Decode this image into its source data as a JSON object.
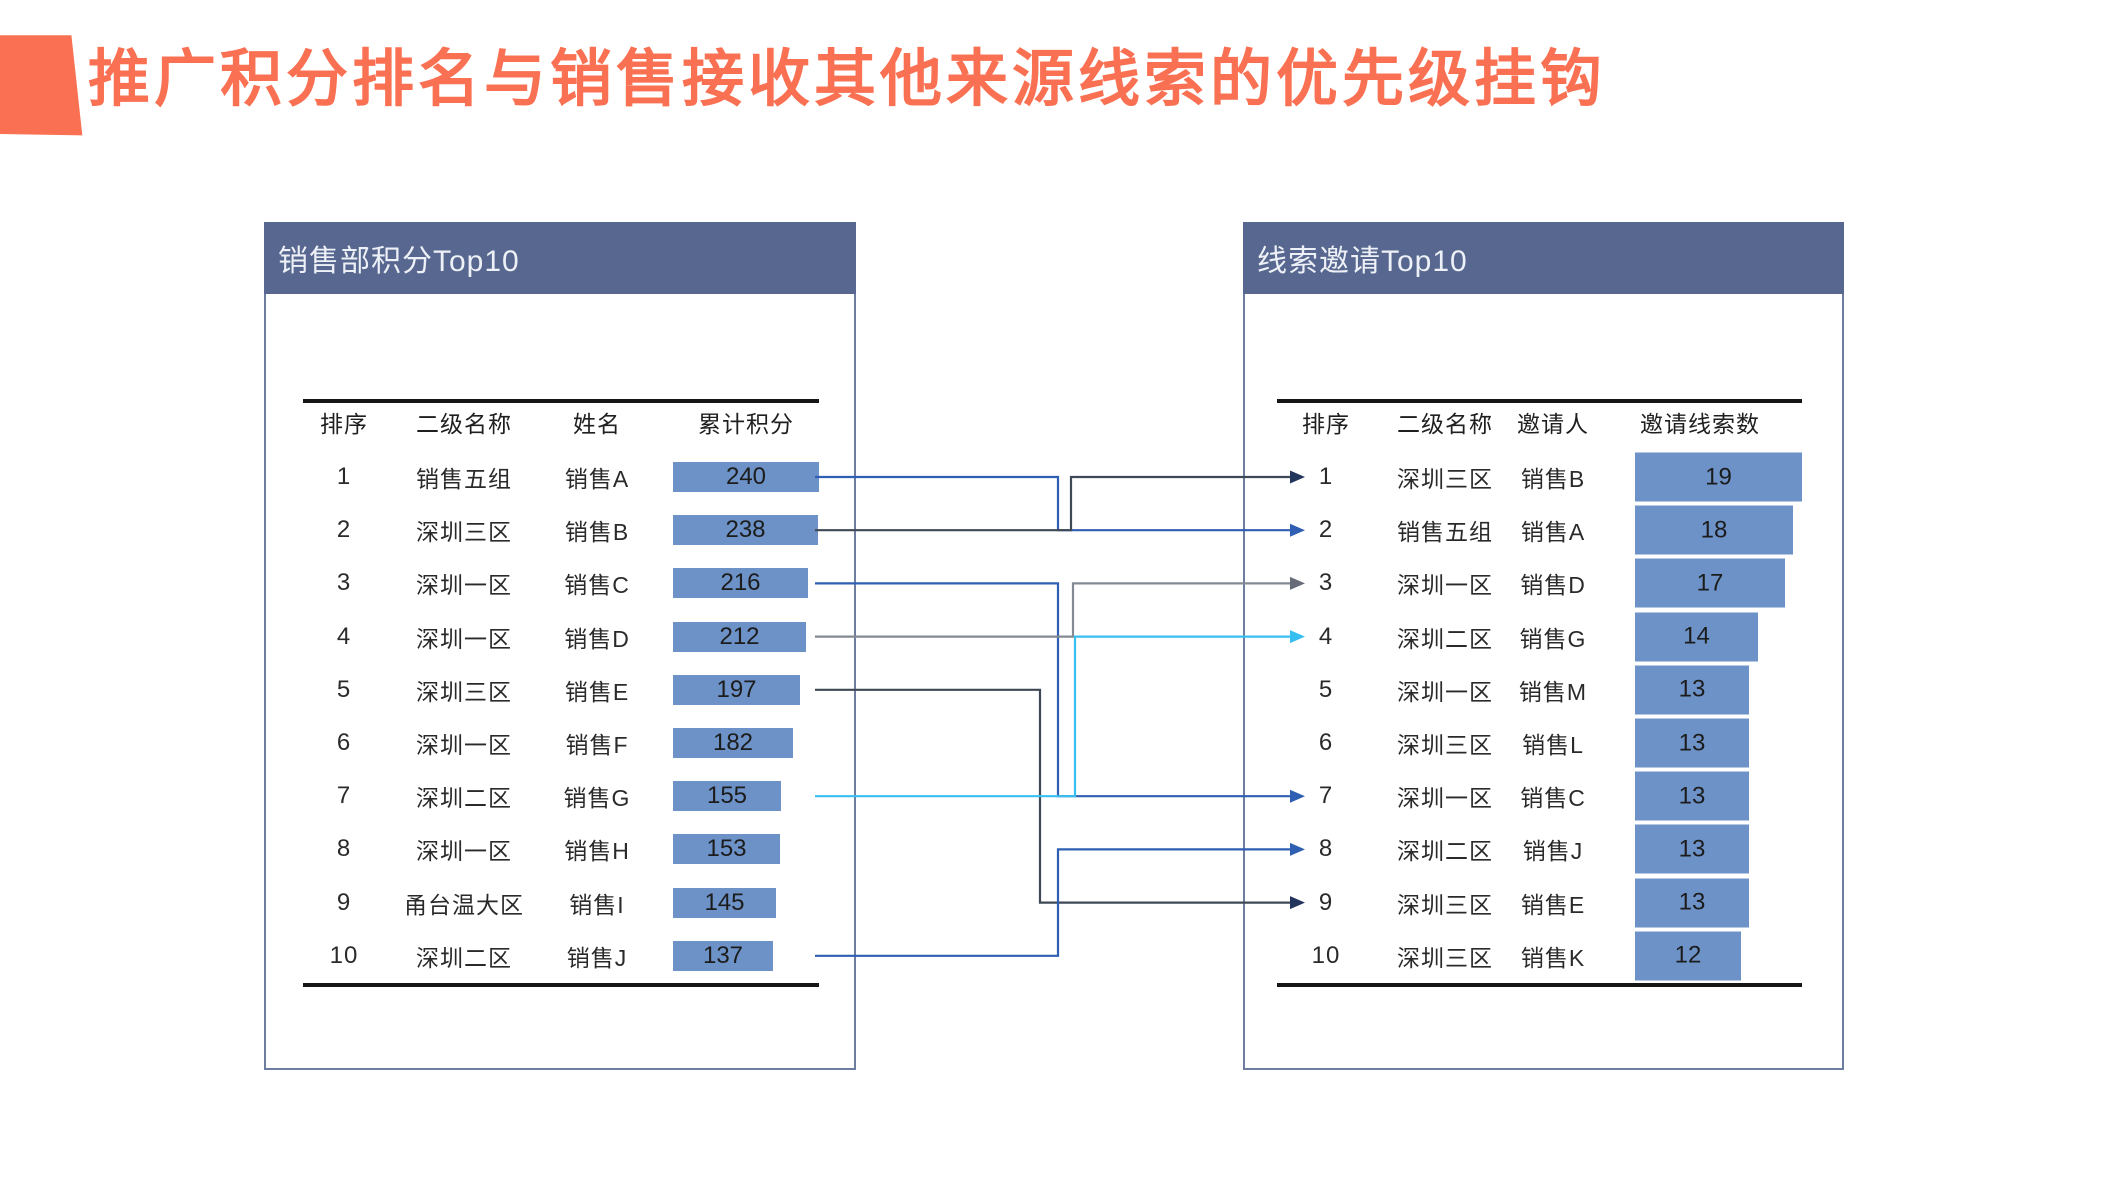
{
  "title": "推广积分排名与销售接收其他来源线索的优先级挂钩",
  "colors": {
    "accent_orange": "#FA7052",
    "banner_blue": "#57678F",
    "bar_blue": "#6C92C7",
    "connector_blue": "#2F5FB3",
    "connector_dark": "#3F4857",
    "connector_gray": "#848A94",
    "connector_cyan": "#38BFF2"
  },
  "left_panel": {
    "title": "销售部积分Top10",
    "columns": [
      "排序",
      "二级名称",
      "姓名",
      "累计积分"
    ],
    "rows": [
      {
        "rank": "1",
        "group": "销售五组",
        "name": "销售A",
        "value": 240
      },
      {
        "rank": "2",
        "group": "深圳三区",
        "name": "销售B",
        "value": 238
      },
      {
        "rank": "3",
        "group": "深圳一区",
        "name": "销售C",
        "value": 216
      },
      {
        "rank": "4",
        "group": "深圳一区",
        "name": "销售D",
        "value": 212
      },
      {
        "rank": "5",
        "group": "深圳三区",
        "name": "销售E",
        "value": 197
      },
      {
        "rank": "6",
        "group": "深圳一区",
        "name": "销售F",
        "value": 182
      },
      {
        "rank": "7",
        "group": "深圳二区",
        "name": "销售G",
        "value": 155
      },
      {
        "rank": "8",
        "group": "深圳一区",
        "name": "销售H",
        "value": 153
      },
      {
        "rank": "9",
        "group": "甬台温大区",
        "name": "销售I",
        "value": 145
      },
      {
        "rank": "10",
        "group": "深圳二区",
        "name": "销售J",
        "value": 137
      }
    ]
  },
  "right_panel": {
    "title": "线索邀请Top10",
    "columns": [
      "排序",
      "二级名称",
      "邀请人",
      "邀请线索数"
    ],
    "rows": [
      {
        "rank": "1",
        "group": "深圳三区",
        "name": "销售B",
        "value": 19
      },
      {
        "rank": "2",
        "group": "销售五组",
        "name": "销售A",
        "value": 18
      },
      {
        "rank": "3",
        "group": "深圳一区",
        "name": "销售D",
        "value": 17
      },
      {
        "rank": "4",
        "group": "深圳二区",
        "name": "销售G",
        "value": 14
      },
      {
        "rank": "5",
        "group": "深圳一区",
        "name": "销售M",
        "value": 13
      },
      {
        "rank": "6",
        "group": "深圳三区",
        "name": "销售L",
        "value": 13
      },
      {
        "rank": "7",
        "group": "深圳一区",
        "name": "销售C",
        "value": 13
      },
      {
        "rank": "8",
        "group": "深圳二区",
        "name": "销售J",
        "value": 13
      },
      {
        "rank": "9",
        "group": "深圳三区",
        "name": "销售E",
        "value": 13
      },
      {
        "rank": "10",
        "group": "深圳三区",
        "name": "销售K",
        "value": 12
      }
    ]
  },
  "connectors": [
    {
      "person": "销售A",
      "from_left_rank": 1,
      "to_right_rank": 2,
      "color": "blue"
    },
    {
      "person": "销售B",
      "from_left_rank": 2,
      "to_right_rank": 1,
      "color": "dark"
    },
    {
      "person": "销售C",
      "from_left_rank": 3,
      "to_right_rank": 7,
      "color": "blue"
    },
    {
      "person": "销售D",
      "from_left_rank": 4,
      "to_right_rank": 3,
      "color": "gray"
    },
    {
      "person": "销售E",
      "from_left_rank": 5,
      "to_right_rank": 9,
      "color": "dark"
    },
    {
      "person": "销售G",
      "from_left_rank": 7,
      "to_right_rank": 4,
      "color": "cyan"
    },
    {
      "person": "销售J",
      "from_left_rank": 10,
      "to_right_rank": 8,
      "color": "blue"
    }
  ]
}
